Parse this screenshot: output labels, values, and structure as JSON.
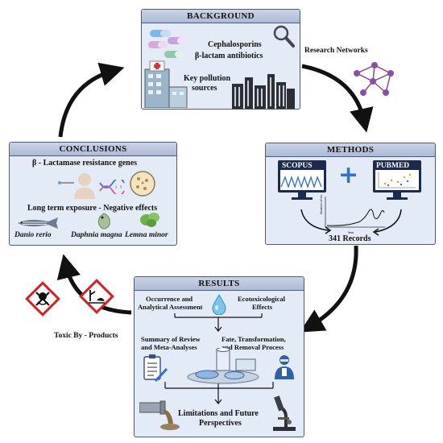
{
  "background": {
    "title": "BACKGROUND",
    "line1": "Cephalosporins",
    "line2": "β-lactam antibiotics",
    "line3": "Key pollution",
    "line4": "sources"
  },
  "research_networks": "Research Networks",
  "methods": {
    "title": "METHODS",
    "scopus": "SCOPUS",
    "pubmed": "PUBMED",
    "records": "341 Records"
  },
  "results": {
    "title": "RESULTS",
    "occurrence_1": "Occurrence and",
    "occurrence_2": "Analytical Assessment",
    "ecotox_1": "Ecotoxicological",
    "ecotox_2": "Effects",
    "summary_1": "Summary of Review",
    "summary_2": "and Meta-Analyses",
    "fate_1": "Fate, Transformation,",
    "fate_2": "and Removal Process",
    "limits_1": "Limitations and Future",
    "limits_2": "Perspectives"
  },
  "toxic_label": "Toxic By - Products",
  "conclusions": {
    "title": "CONCLUSIONS",
    "genes": "β - Lactamase resistance genes",
    "exposure": "Long term exposure - Negative effects",
    "species": [
      "Danio rerio",
      "Daphnia magna",
      "Lemna minor"
    ]
  }
}
